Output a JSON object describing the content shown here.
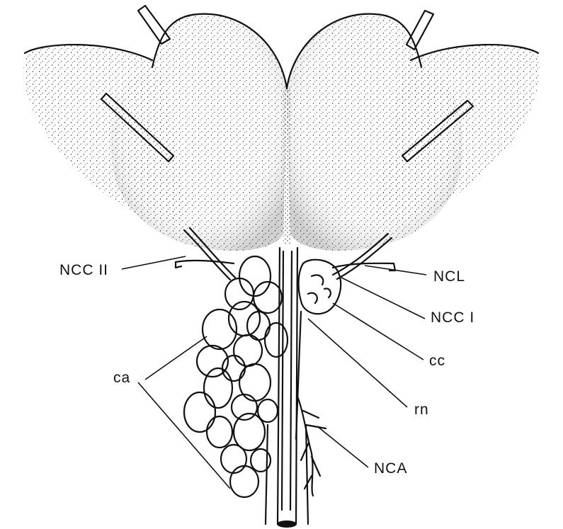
{
  "labels": {
    "ncc2": "NCC II",
    "ncl": "NCL",
    "ncc1": "NCC I",
    "cc": "cc",
    "ca": "ca",
    "rn": "rn",
    "nca": "NCA"
  },
  "colors": {
    "ink": "#111111",
    "stipple": "#2a2a2a",
    "paper": "#ffffff"
  }
}
